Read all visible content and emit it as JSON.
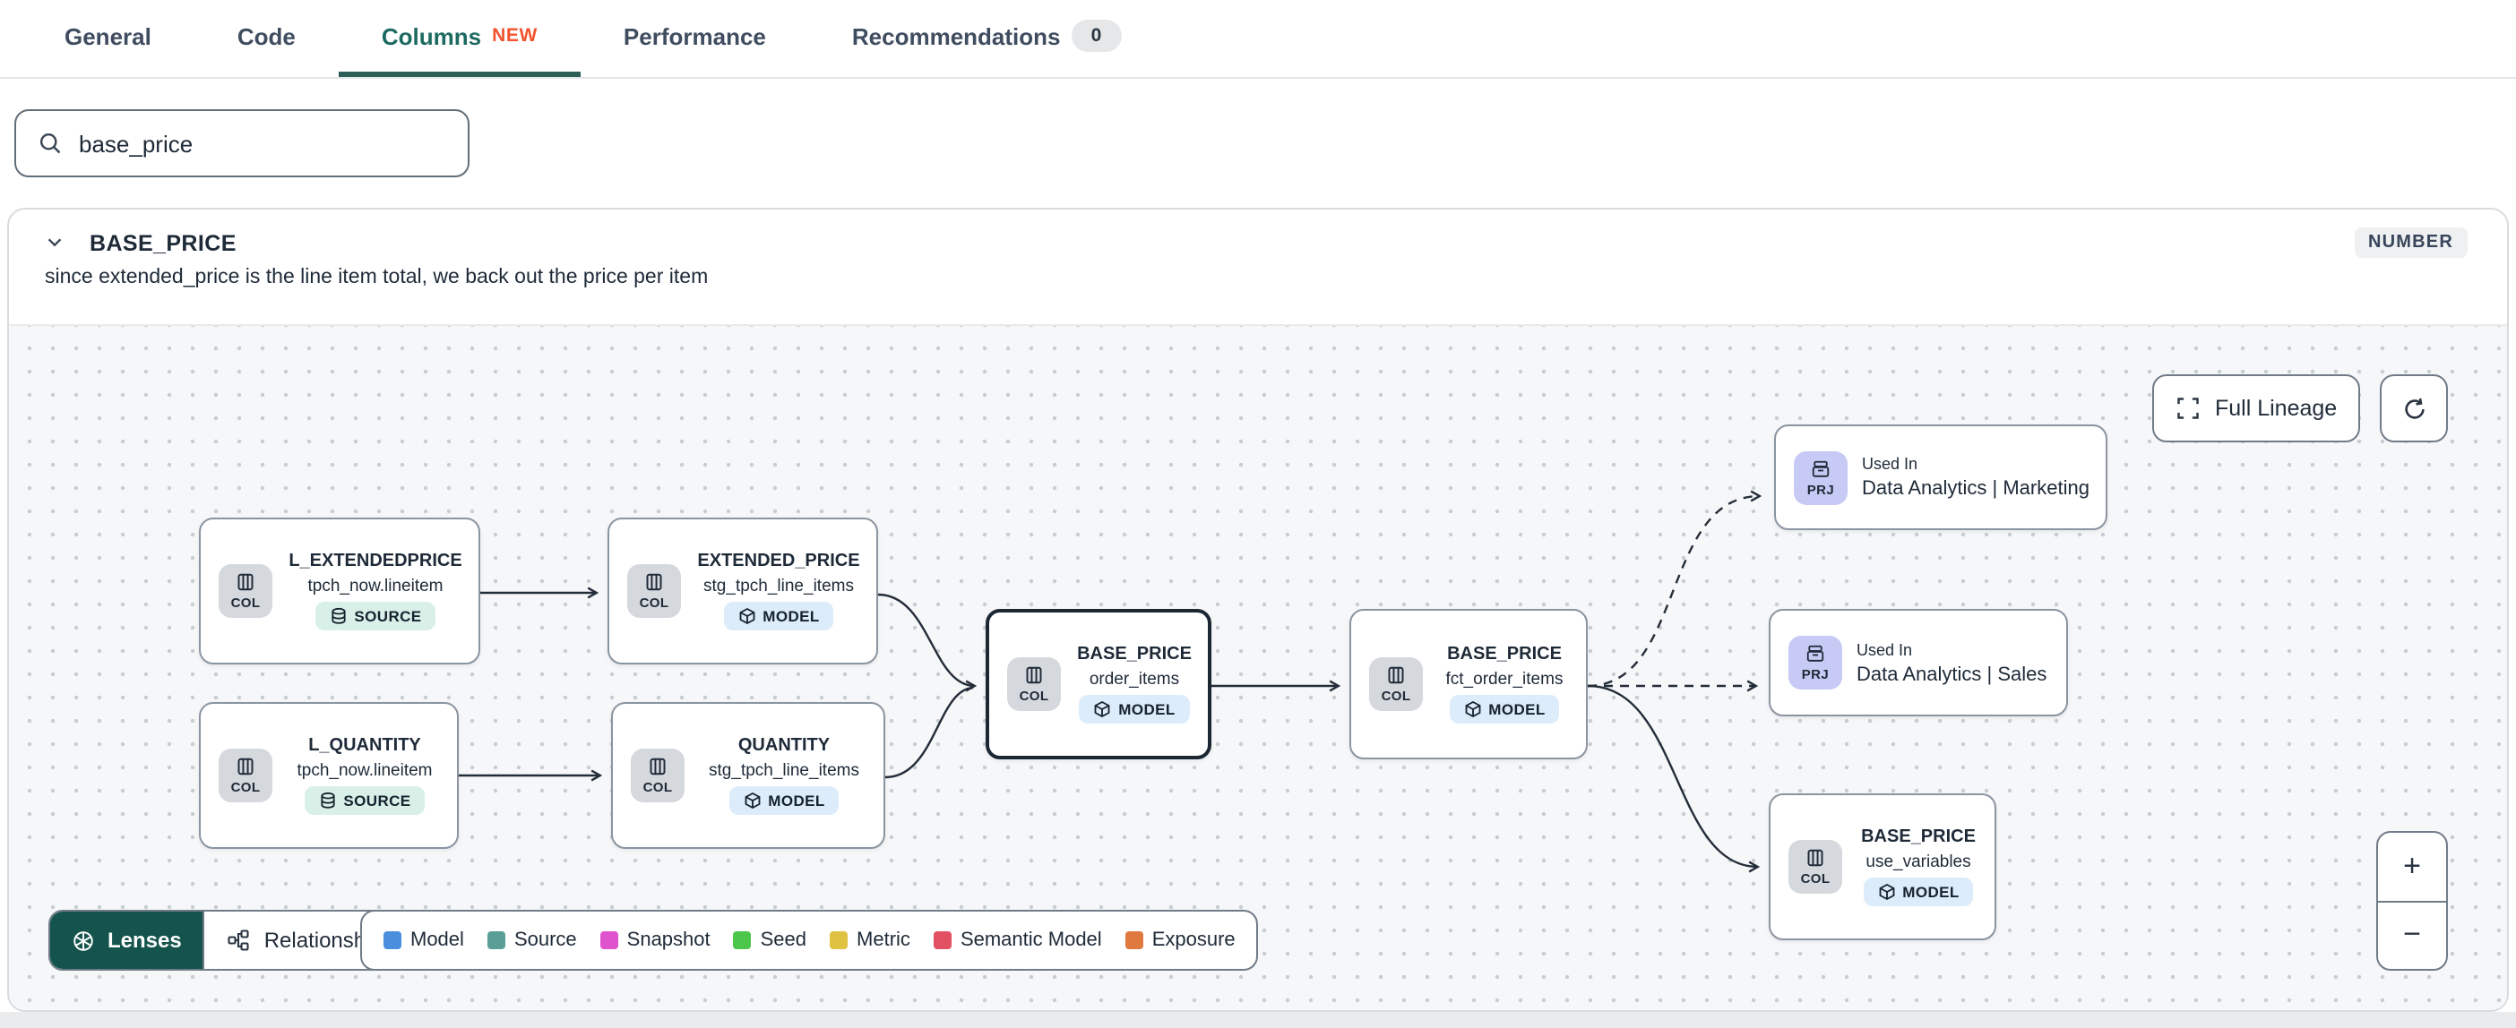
{
  "tabs": {
    "items": [
      {
        "label": "General"
      },
      {
        "label": "Code"
      },
      {
        "label": "Columns",
        "badge": "NEW",
        "active": true
      },
      {
        "label": "Performance"
      },
      {
        "label": "Recommendations",
        "count": "0"
      }
    ]
  },
  "search": {
    "value": "base_price"
  },
  "column_panel": {
    "name": "BASE_PRICE",
    "type": "NUMBER",
    "description": "since extended_price is the line item total, we back out the price per item"
  },
  "lineage": {
    "buttons": {
      "full_lineage": "Full Lineage",
      "zoom_in": "+",
      "zoom_out": "−"
    },
    "toolbar": {
      "lenses": "Lenses",
      "relationships": "Relationships"
    },
    "legend": [
      {
        "label": "Model",
        "color": "#4a8edd"
      },
      {
        "label": "Source",
        "color": "#5b9e98"
      },
      {
        "label": "Snapshot",
        "color": "#df53ce"
      },
      {
        "label": "Seed",
        "color": "#4cc74c"
      },
      {
        "label": "Metric",
        "color": "#e0c243"
      },
      {
        "label": "Semantic Model",
        "color": "#e25063"
      },
      {
        "label": "Exposure",
        "color": "#e0793f"
      }
    ],
    "nodes": [
      {
        "chip": "COL",
        "title": "L_EXTENDEDPRICE",
        "subtitle": "tpch_now.lineitem",
        "badge": "SOURCE"
      },
      {
        "chip": "COL",
        "title": "L_QUANTITY",
        "subtitle": "tpch_now.lineitem",
        "badge": "SOURCE"
      },
      {
        "chip": "COL",
        "title": "EXTENDED_PRICE",
        "subtitle": "stg_tpch_line_items",
        "badge": "MODEL"
      },
      {
        "chip": "COL",
        "title": "QUANTITY",
        "subtitle": "stg_tpch_line_items",
        "badge": "MODEL"
      },
      {
        "chip": "COL",
        "title": "BASE_PRICE",
        "subtitle": "order_items",
        "badge": "MODEL",
        "selected": true
      },
      {
        "chip": "COL",
        "title": "BASE_PRICE",
        "subtitle": "fct_order_items",
        "badge": "MODEL"
      },
      {
        "chip": "PRJ",
        "label": "Used In",
        "name": "Data Analytics | Marketing"
      },
      {
        "chip": "PRJ",
        "label": "Used In",
        "name": "Data Analytics | Sales"
      },
      {
        "chip": "COL",
        "title": "BASE_PRICE",
        "subtitle": "use_variables",
        "badge": "MODEL"
      }
    ]
  },
  "icons": {
    "search": "magnifier-icon",
    "collapse": "chevron-down-icon",
    "column_chip": "columns-icon",
    "project_chip": "archive-icon",
    "source_badge": "database-icon",
    "model_badge": "cube-icon",
    "full_lineage": "expand-icon",
    "refresh": "refresh-icon",
    "lenses": "aperture-icon",
    "relationships": "hierarchy-icon"
  },
  "colors": {
    "accent_teal": "#1d6a61",
    "lenses_bg": "#14544d",
    "new_badge": "#f3532e"
  }
}
